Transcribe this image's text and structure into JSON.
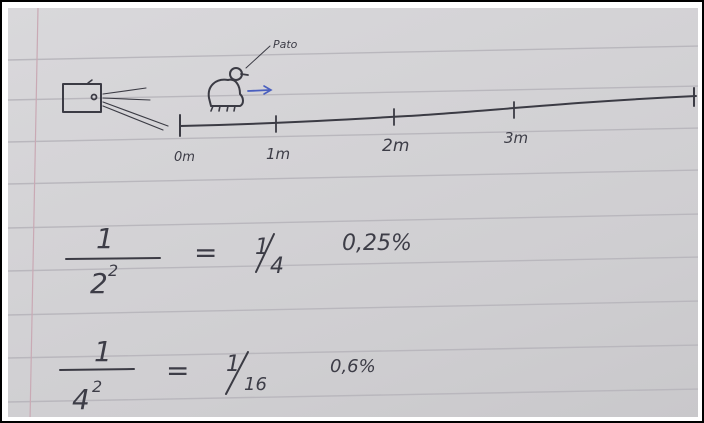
{
  "sketch": {
    "camera_label": "",
    "subject_label": "Pato",
    "distance_labels": [
      "0m",
      "1m",
      "2m",
      "3m"
    ]
  },
  "equations": [
    {
      "numerator": "1",
      "base": "2",
      "exponent": "2",
      "equals": "=",
      "fraction_num": "1",
      "fraction_den": "4",
      "percent": "0,25%"
    },
    {
      "numerator": "1",
      "base": "4",
      "exponent": "2",
      "equals": "=",
      "fraction_num": "1",
      "fraction_den": "16",
      "percent": "0,6%"
    }
  ],
  "colors": {
    "ink": "#3b3b44",
    "rule_line": "#b9b7bd",
    "margin_line": "#c9a9b4",
    "arrow": "#4a5fbf"
  }
}
